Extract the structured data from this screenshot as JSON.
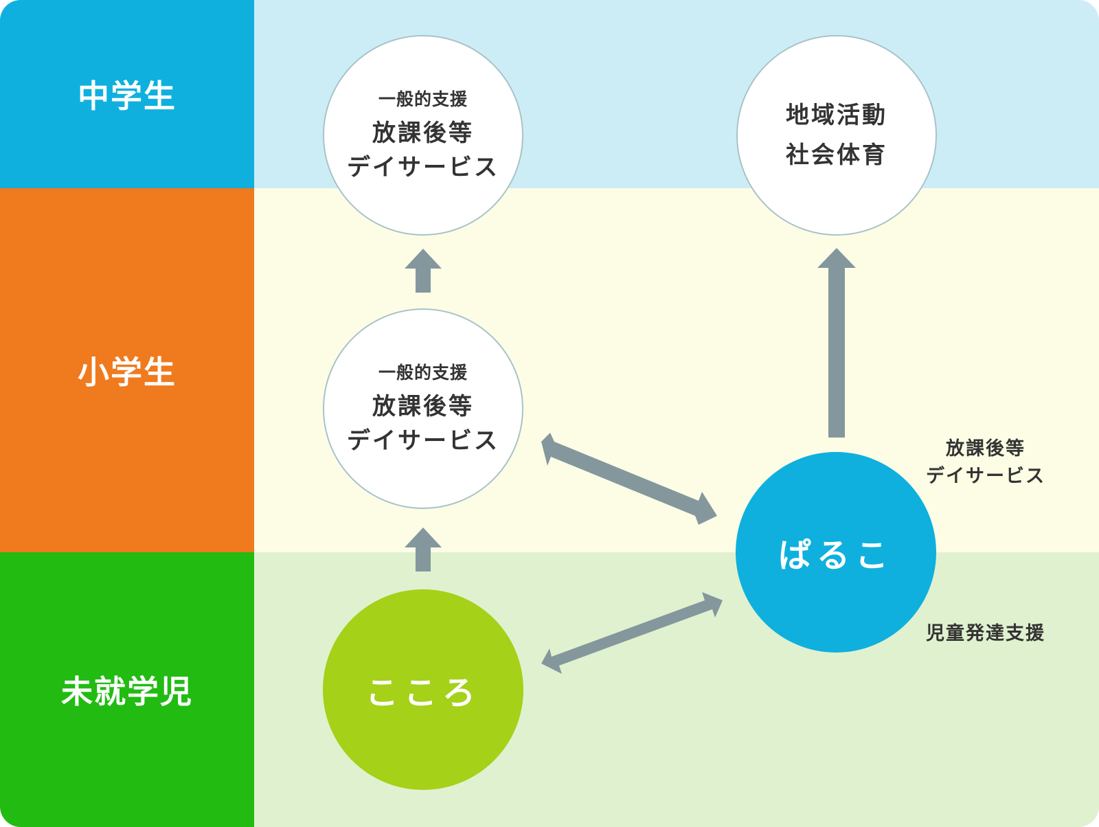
{
  "rows": [
    {
      "label": "中学生",
      "color": "#0fb0de",
      "area_color": "#cdedf6"
    },
    {
      "label": "小学生",
      "color": "#f07a1e",
      "area_color": "#fdfde6"
    },
    {
      "label": "未就学児",
      "color": "#22bb12",
      "area_color": "#e0f1d0"
    }
  ],
  "nodes": {
    "junior_day": {
      "small": "一般的支援",
      "line1": "放課後等",
      "line2": "デイサービス"
    },
    "community": {
      "line1": "地域活動",
      "line2": "社会体育"
    },
    "elementary_day": {
      "small": "一般的支援",
      "line1": "放課後等",
      "line2": "デイサービス"
    },
    "kokoro": {
      "label": "こころ",
      "color": "#a5d118"
    },
    "paruko": {
      "label": "ぱるこ",
      "color": "#0fb0de",
      "service_top_line1": "放課後等",
      "service_top_line2": "デイサービス",
      "service_bottom": "児童発達支援"
    }
  },
  "arrow_color": "#84979d"
}
